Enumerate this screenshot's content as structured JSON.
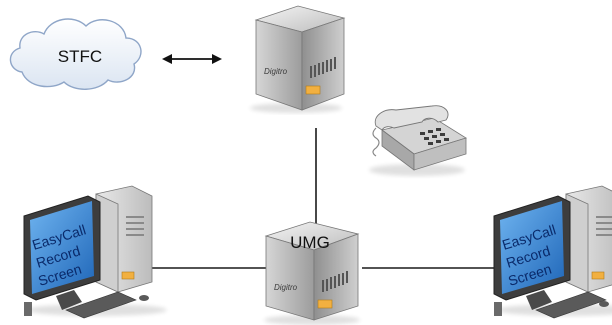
{
  "diagram": {
    "cloud": {
      "label": "STFC"
    },
    "digitro_top": {
      "brand": "Digitro"
    },
    "umg": {
      "label": "UMG",
      "brand": "Digitro"
    },
    "left_pc": {
      "screen_lines": [
        "EasyCall",
        "Record",
        "Screen"
      ]
    },
    "right_pc": {
      "screen_lines": [
        "EasyCall",
        "Record",
        "Screen"
      ]
    }
  },
  "colors": {
    "line": "#1a1a1a",
    "screen_blue": "#2b7fd0",
    "screen_text": "#0a2a6a",
    "cloud_fill": "#eef3fa"
  }
}
